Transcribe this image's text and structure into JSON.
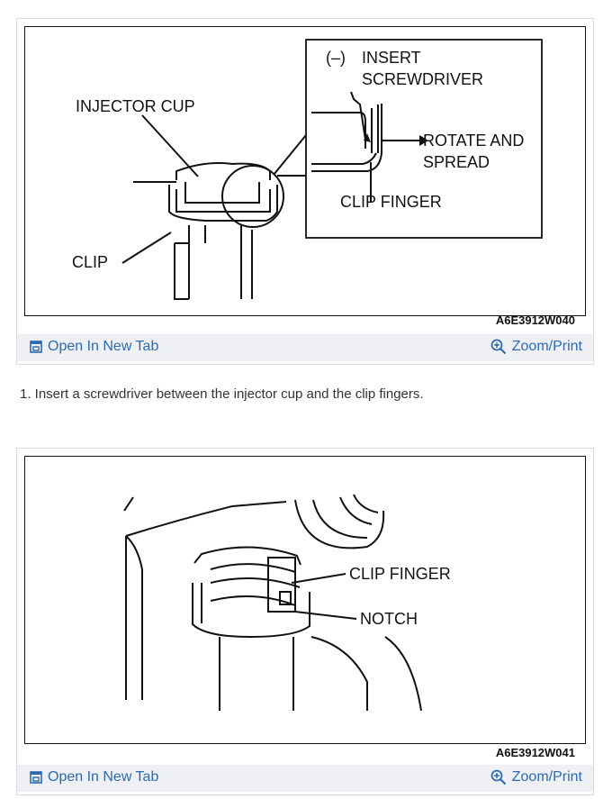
{
  "figure1": {
    "labels": {
      "injector_cup": "INJECTOR CUP",
      "clip": "CLIP",
      "minus": "(–)",
      "insert": "INSERT",
      "screwdriver": "SCREWDRIVER",
      "rotate": "ROTATE AND",
      "spread": "SPREAD",
      "clip_finger": "CLIP FINGER"
    },
    "code": "A6E3912W040",
    "open_tab": "Open In New Tab",
    "zoom_print": "Zoom/Print"
  },
  "step_text": "1. Insert a screwdriver between the injector cup and the clip fingers.",
  "figure2": {
    "labels": {
      "clip_finger": "CLIP FINGER",
      "notch": "NOTCH"
    },
    "code": "A6E3912W041",
    "open_tab": "Open In New Tab",
    "zoom_print": "Zoom/Print"
  },
  "colors": {
    "link": "#2c6bb0",
    "toolbar_bg": "#eef0f3"
  },
  "icons": {
    "open_tab": "open-tab-icon",
    "zoom": "zoom-in-icon"
  }
}
